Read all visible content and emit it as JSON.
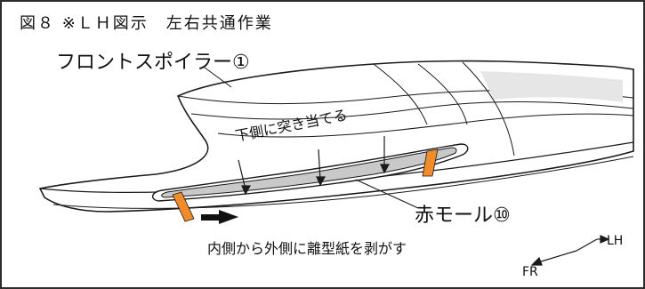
{
  "figure": {
    "title": "図８ ※ＬＨ図示　左右共通作業",
    "part_label": "フロントスポイラー①",
    "contact_label": "下側に突き当てる",
    "molding_label": "赤モール⑩",
    "instruction": "内側から外側に離型紙を剥がす",
    "dir_front": "FR",
    "dir_left": "LH"
  },
  "colors": {
    "outline": "#1a1a1a",
    "molding_fill": "#c9c9c9",
    "tape": "#f08c2a",
    "shade": "#e6e6e6"
  }
}
